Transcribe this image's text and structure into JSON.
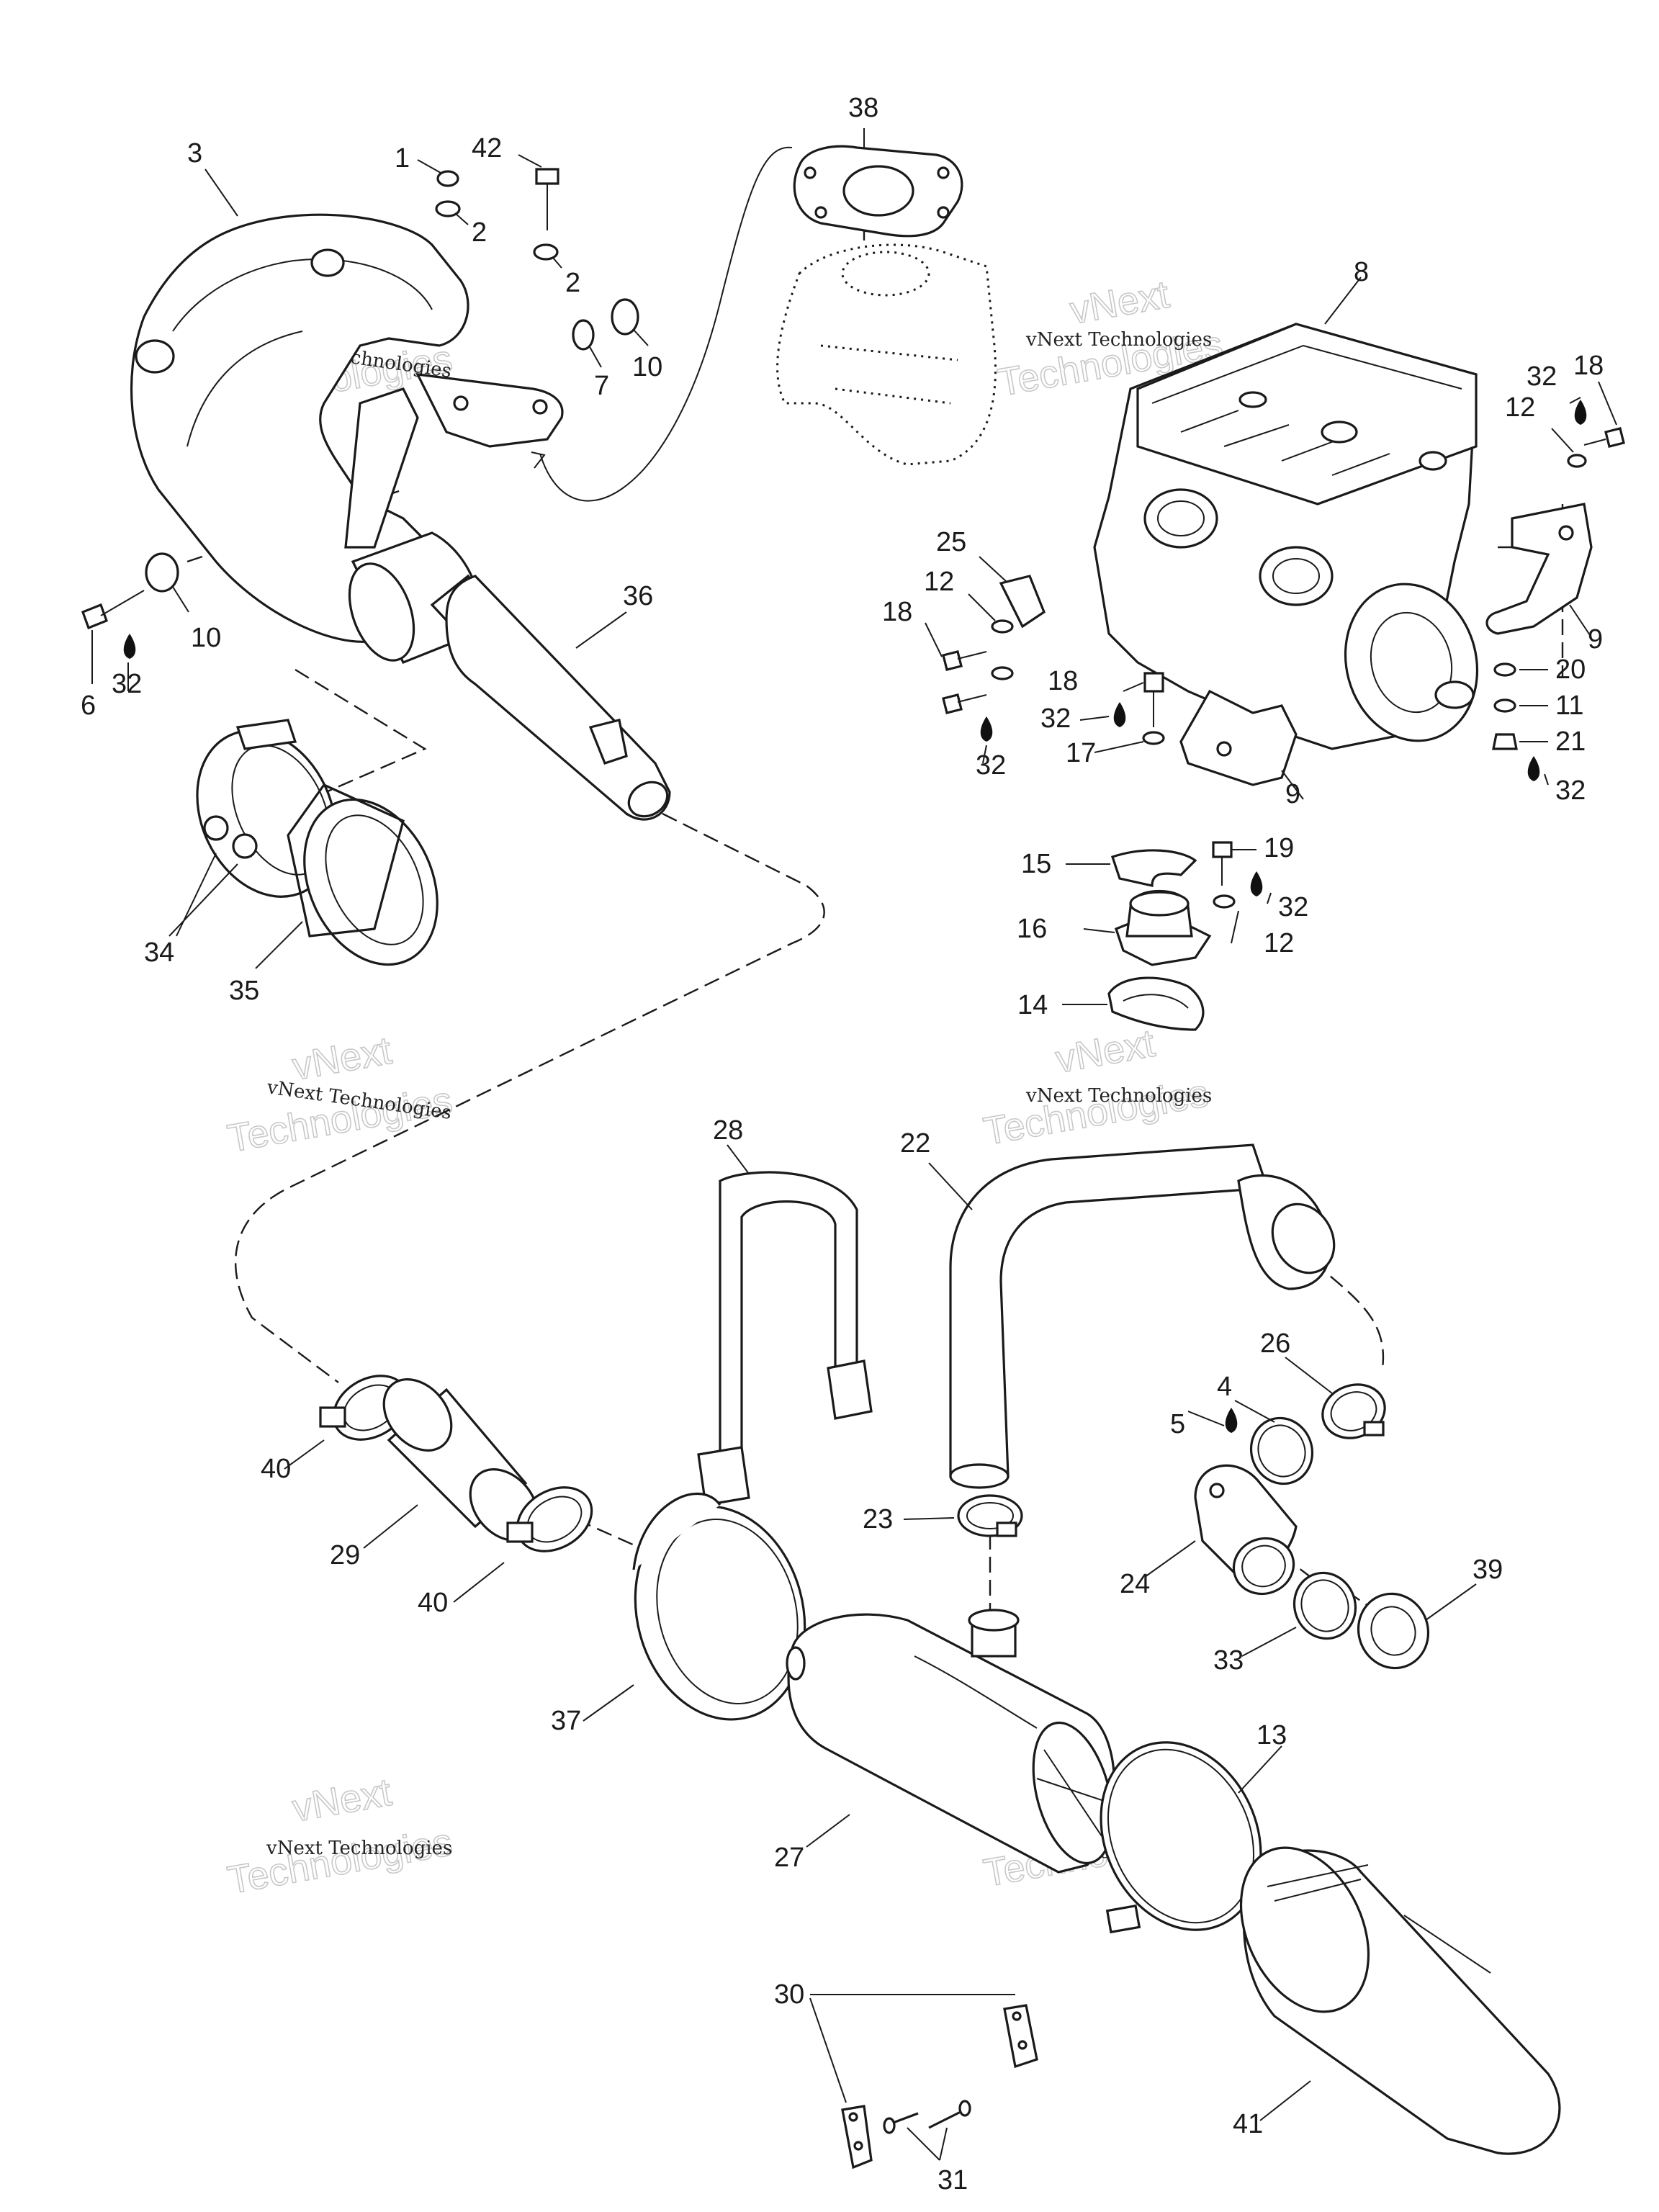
{
  "watermark": {
    "line1": "vNext Technologies",
    "line2": "vNext",
    "line3": "Technologies"
  },
  "labels": [
    {
      "id": "38",
      "text": "38"
    },
    {
      "id": "3",
      "text": "3"
    },
    {
      "id": "1",
      "text": "1"
    },
    {
      "id": "42",
      "text": "42"
    },
    {
      "id": "2a",
      "text": "2"
    },
    {
      "id": "2b",
      "text": "2"
    },
    {
      "id": "7",
      "text": "7"
    },
    {
      "id": "10a",
      "text": "10"
    },
    {
      "id": "8",
      "text": "8"
    },
    {
      "id": "18a",
      "text": "18"
    },
    {
      "id": "32a",
      "text": "32"
    },
    {
      "id": "12a",
      "text": "12"
    },
    {
      "id": "10b",
      "text": "10"
    },
    {
      "id": "6",
      "text": "6"
    },
    {
      "id": "32b",
      "text": "32"
    },
    {
      "id": "36",
      "text": "36"
    },
    {
      "id": "25",
      "text": "25"
    },
    {
      "id": "12b",
      "text": "12"
    },
    {
      "id": "18b",
      "text": "18"
    },
    {
      "id": "18c",
      "text": "18"
    },
    {
      "id": "32c",
      "text": "32"
    },
    {
      "id": "17",
      "text": "17"
    },
    {
      "id": "32d",
      "text": "32"
    },
    {
      "id": "9a",
      "text": "9"
    },
    {
      "id": "9b",
      "text": "9"
    },
    {
      "id": "20",
      "text": "20"
    },
    {
      "id": "11",
      "text": "11"
    },
    {
      "id": "21",
      "text": "21"
    },
    {
      "id": "32e",
      "text": "32"
    },
    {
      "id": "15",
      "text": "15"
    },
    {
      "id": "19",
      "text": "19"
    },
    {
      "id": "32f",
      "text": "32"
    },
    {
      "id": "16",
      "text": "16"
    },
    {
      "id": "12c",
      "text": "12"
    },
    {
      "id": "14",
      "text": "14"
    },
    {
      "id": "34",
      "text": "34"
    },
    {
      "id": "35",
      "text": "35"
    },
    {
      "id": "28",
      "text": "28"
    },
    {
      "id": "22",
      "text": "22"
    },
    {
      "id": "26",
      "text": "26"
    },
    {
      "id": "4",
      "text": "4"
    },
    {
      "id": "5",
      "text": "5"
    },
    {
      "id": "40a",
      "text": "40"
    },
    {
      "id": "29",
      "text": "29"
    },
    {
      "id": "40b",
      "text": "40"
    },
    {
      "id": "23",
      "text": "23"
    },
    {
      "id": "24",
      "text": "24"
    },
    {
      "id": "39",
      "text": "39"
    },
    {
      "id": "33",
      "text": "33"
    },
    {
      "id": "37",
      "text": "37"
    },
    {
      "id": "13",
      "text": "13"
    },
    {
      "id": "27",
      "text": "27"
    },
    {
      "id": "30",
      "text": "30"
    },
    {
      "id": "31",
      "text": "31"
    },
    {
      "id": "41",
      "text": "41"
    }
  ]
}
